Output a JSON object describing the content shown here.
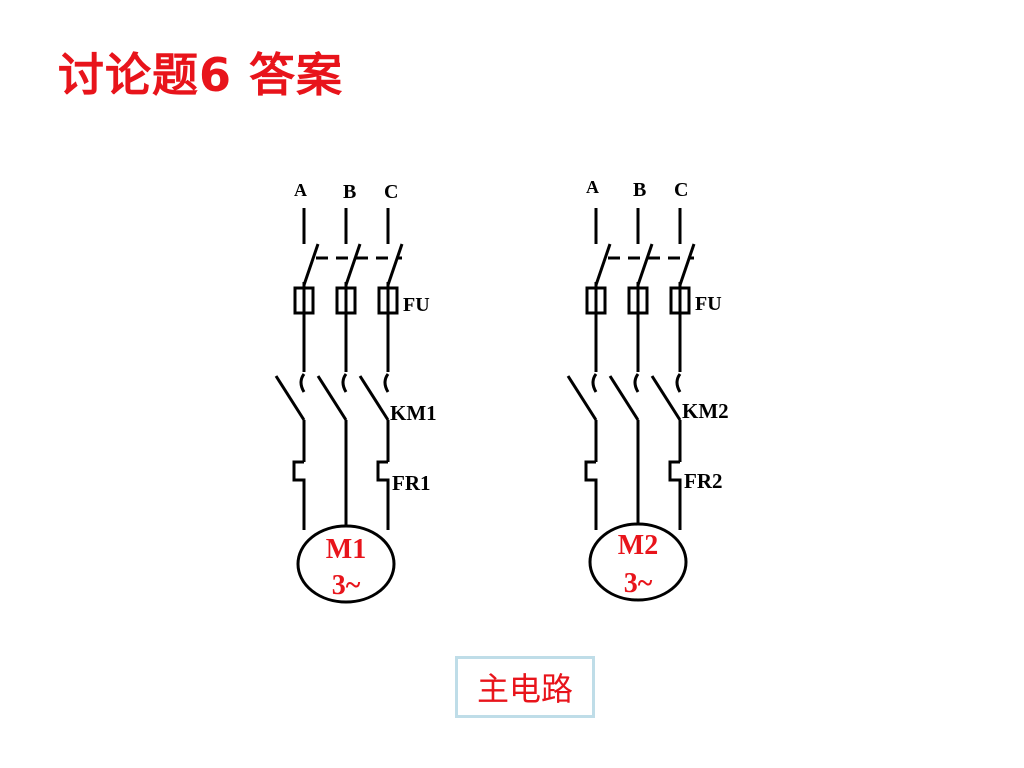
{
  "title": "讨论题6 答案",
  "circuits": [
    {
      "phases": [
        "A",
        "B",
        "C"
      ],
      "fuse_label": "FU",
      "contactor_label": "KM1",
      "relay_label": "FR1",
      "motor_name": "M1",
      "motor_type": "3~"
    },
    {
      "phases": [
        "A",
        "B",
        "C"
      ],
      "fuse_label": "FU",
      "contactor_label": "KM2",
      "relay_label": "FR2",
      "motor_name": "M2",
      "motor_type": "3~"
    }
  ],
  "caption": "主电路",
  "colors": {
    "title": "#e8141b",
    "motor_label": "#e8141b",
    "caption_text": "#e8141b",
    "caption_border": "#bfdde8",
    "wire": "#000000"
  }
}
